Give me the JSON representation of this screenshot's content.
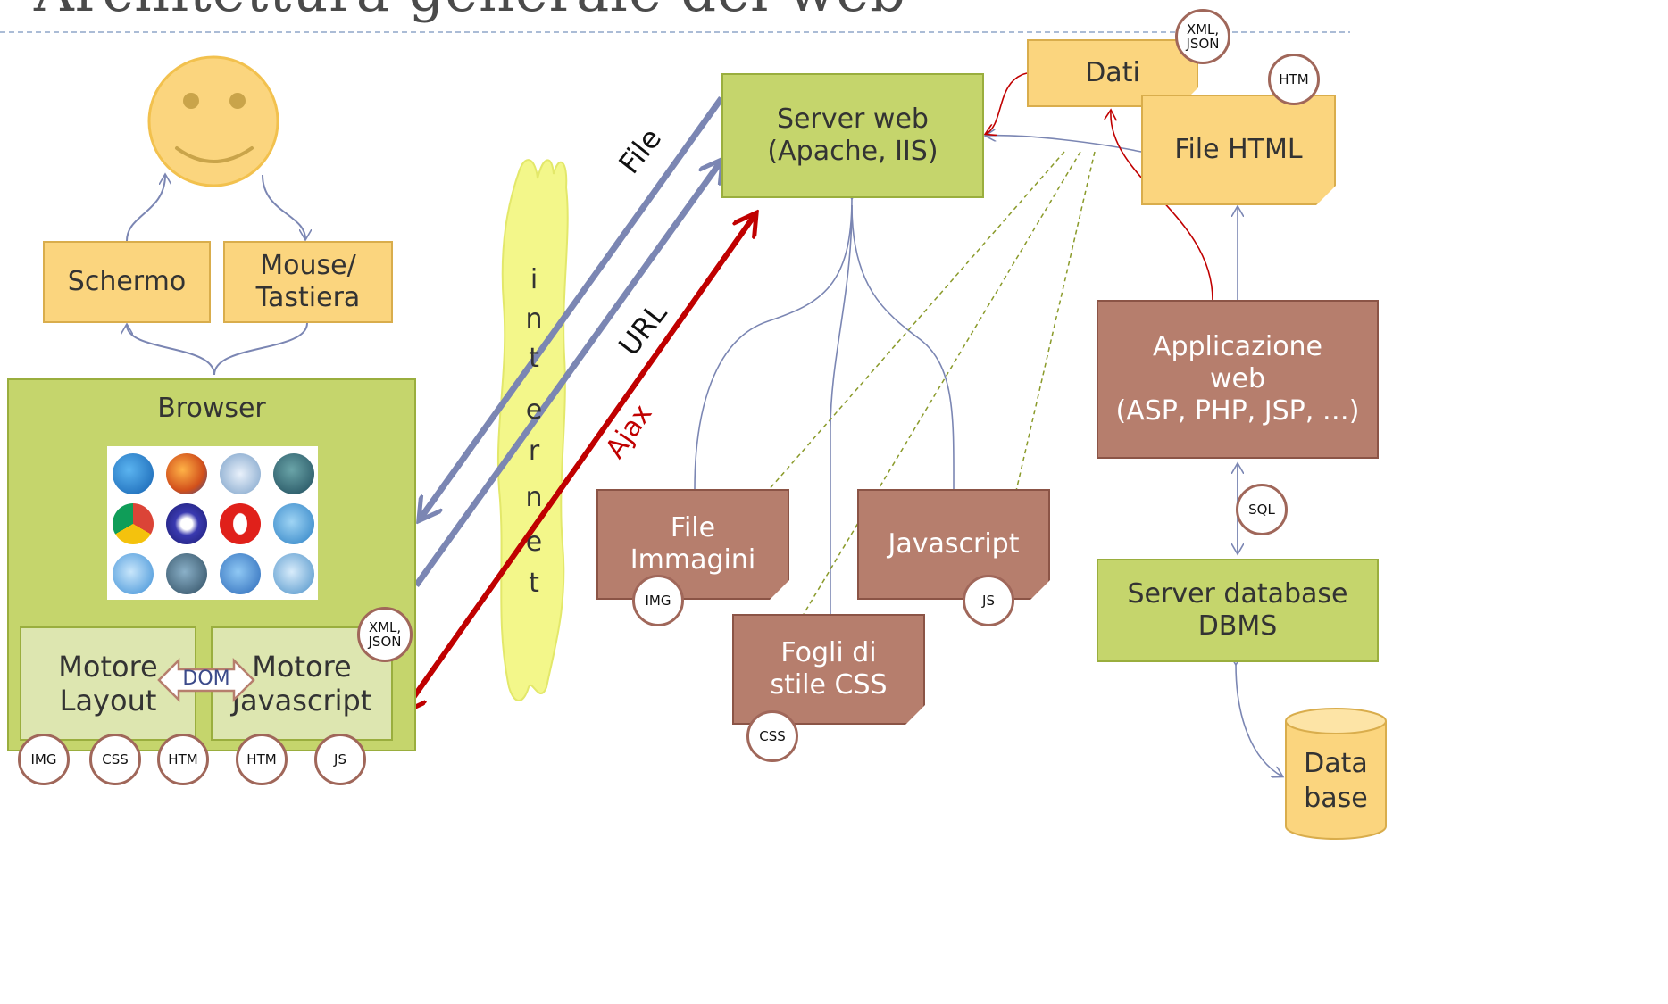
{
  "title": "Architettura generale del web",
  "user": {
    "icon": "smiley-face-icon"
  },
  "input_output": {
    "screen": "Schermo",
    "input_line1": "Mouse/",
    "input_line2": "Tastiera"
  },
  "browser": {
    "title": "Browser",
    "logos": [
      "internet-explorer-icon",
      "firefox-icon",
      "safari-icon",
      "netscape-icon",
      "chrome-icon",
      "seamonkey-icon",
      "opera-icon",
      "flock-icon",
      "konqueror-icon",
      "kmeleon-icon",
      "maxthon-icon",
      "camino-icon"
    ],
    "layout_engine_line1": "Motore",
    "layout_engine_line2": "Layout",
    "js_engine_line1": "Motore",
    "js_engine_line2": "Javascript",
    "dom": "DOM",
    "badges": [
      "IMG",
      "CSS",
      "HTM",
      "HTM",
      "JS"
    ],
    "xml_badge_line1": "XML,",
    "xml_badge_line2": "JSON"
  },
  "internet": {
    "letters": [
      "i",
      "n",
      "t",
      "e",
      "r",
      "n",
      "e",
      "t"
    ]
  },
  "arrows": {
    "file": "File",
    "url": "URL",
    "ajax": "Ajax"
  },
  "server": {
    "line1": "Server web",
    "line2": "(Apache, IIS)"
  },
  "files": {
    "images_line1": "File",
    "images_line2": "Immagini",
    "images_badge": "IMG",
    "javascript": "Javascript",
    "javascript_badge": "JS",
    "css_line1": "Fogli di",
    "css_line2": "stile CSS",
    "css_badge": "CSS"
  },
  "data": {
    "label": "Dati",
    "badge_line1": "XML,",
    "badge_line2": "JSON"
  },
  "html_file": {
    "label": "File HTML",
    "badge": "HTM"
  },
  "app": {
    "line1": "Applicazione",
    "line2": "web",
    "line3": "(ASP, PHP, JSP, …)"
  },
  "sql_badge": "SQL",
  "db_server": {
    "line1": "Server database",
    "line2": "DBMS"
  },
  "database": {
    "line1": "Data",
    "line2": "base"
  },
  "colors": {
    "green": "#c5d56c",
    "yellow": "#fbd57e",
    "brown": "#b67e6d",
    "arrow_blue": "#7b86b3",
    "ajax_red": "#c00000",
    "cloud": "#f3f78a"
  }
}
